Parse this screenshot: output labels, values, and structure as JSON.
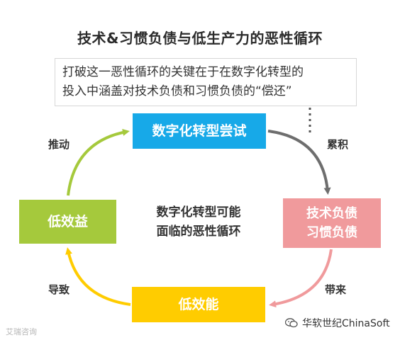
{
  "title": "技术&习惯负债与低生产力的恶性循环",
  "note": {
    "line1": "打破这一恶性循环的关键在于在数字化转型的",
    "line2": "投入中涵盖对技术负债和习惯负债的“偿还”"
  },
  "nodes": {
    "top": "数字化转型尝试",
    "right_line1": "技术负债",
    "right_line2": "习惯负债",
    "bottom": "低效能",
    "left": "低效益"
  },
  "center_line1": "数字化转型可能",
  "center_line2": "面临的恶性循环",
  "edge_labels": {
    "left_top": "推动",
    "right_top": "累积",
    "right_bottom": "带来",
    "left_bottom": "导致"
  },
  "footer_right": "华软世纪ChinaSoft",
  "footer_left": "艾瑞咨询",
  "colors": {
    "blue": "#17a9e8",
    "pink": "#f09a9c",
    "yellow": "#ffcc00",
    "green": "#a5c93c",
    "gray_arrow": "#6e6e6e"
  },
  "icons": [
    "wechat-icon",
    "arrow-icon",
    "dotted-connector"
  ]
}
